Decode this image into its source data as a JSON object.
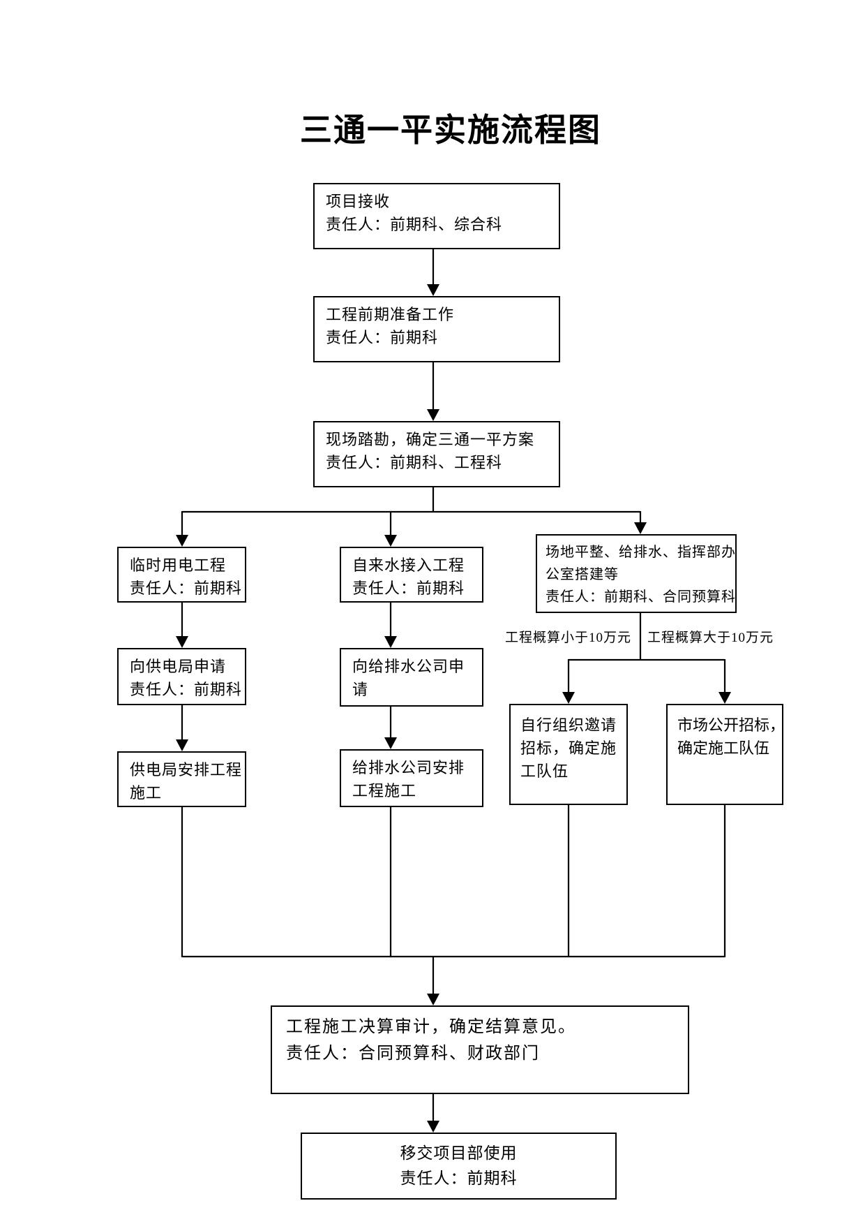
{
  "title": "三通一平实施流程图",
  "nodes": {
    "project_receive": {
      "lines": [
        "项目接收",
        "责任人：前期科、综合科"
      ]
    },
    "preparation": {
      "lines": [
        "工程前期准备工作",
        "责任人：前期科"
      ]
    },
    "site_survey": {
      "lines": [
        "现场踏勘，确定三通一平方案",
        "责任人：前期科、工程科"
      ]
    },
    "temp_power": {
      "lines": [
        "临时用电工程",
        "责任人：前期科"
      ]
    },
    "water_access": {
      "lines": [
        "自来水接入工程",
        "责任人：前期科"
      ]
    },
    "site_leveling": {
      "lines": [
        "场地平整、给排水、指挥部办",
        "公室搭建等",
        "责任人：前期科、合同预算科"
      ]
    },
    "power_apply": {
      "lines": [
        "向供电局申请",
        "责任人：前期科"
      ]
    },
    "water_apply": {
      "lines": [
        "向给排水公司申",
        "请"
      ]
    },
    "power_construction": {
      "lines": [
        "供电局安排工程",
        "施工"
      ]
    },
    "water_construction": {
      "lines": [
        "给排水公司安排",
        "工程施工"
      ]
    },
    "invite_bidding": {
      "lines": [
        "自行组织邀请",
        "招标，确定施",
        "工队伍"
      ]
    },
    "open_bidding": {
      "lines": [
        "市场公开招标，",
        "确定施工队伍"
      ]
    },
    "audit": {
      "lines": [
        "工程施工决算审计，确定结算意见。",
        "责任人：合同预算科、财政部门"
      ]
    },
    "handover": {
      "lines": [
        "移交项目部使用",
        "责任人：前期科"
      ]
    }
  },
  "branch_labels": {
    "less_than": "工程概算小于10万元",
    "greater_than": "工程概算大于10万元"
  },
  "edges": [
    {
      "from": "project_receive",
      "to": "preparation"
    },
    {
      "from": "preparation",
      "to": "site_survey"
    },
    {
      "from": "site_survey",
      "to": "temp_power"
    },
    {
      "from": "site_survey",
      "to": "water_access"
    },
    {
      "from": "site_survey",
      "to": "site_leveling"
    },
    {
      "from": "temp_power",
      "to": "power_apply"
    },
    {
      "from": "power_apply",
      "to": "power_construction"
    },
    {
      "from": "water_access",
      "to": "water_apply"
    },
    {
      "from": "water_apply",
      "to": "water_construction"
    },
    {
      "from": "site_leveling",
      "to": "invite_bidding",
      "label": "工程概算小于10万元"
    },
    {
      "from": "site_leveling",
      "to": "open_bidding",
      "label": "工程概算大于10万元"
    },
    {
      "from": "power_construction",
      "to": "audit"
    },
    {
      "from": "water_construction",
      "to": "audit"
    },
    {
      "from": "invite_bidding",
      "to": "audit"
    },
    {
      "from": "open_bidding",
      "to": "audit"
    },
    {
      "from": "audit",
      "to": "handover"
    }
  ],
  "colors": {
    "line": "#000000",
    "border": "#000000",
    "background": "#ffffff",
    "text": "#000000"
  }
}
